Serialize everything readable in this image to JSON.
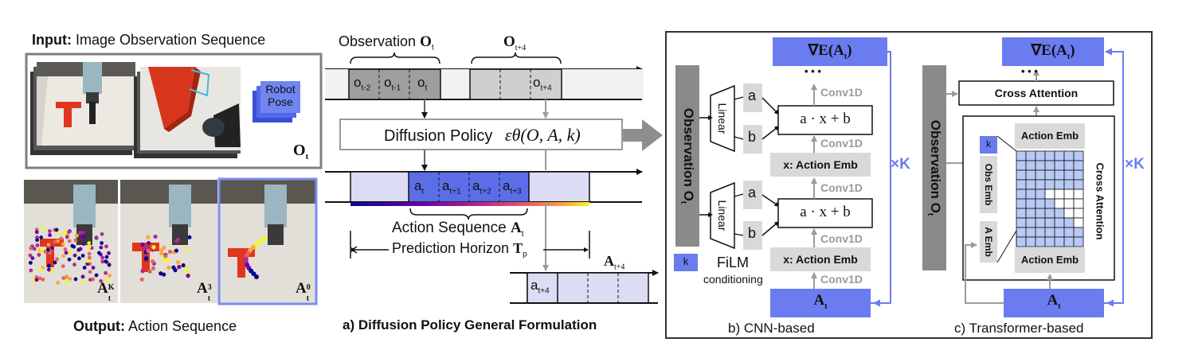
{
  "left": {
    "input_bold": "Input:",
    "input_text": "Image Observation Sequence",
    "robot_pose": [
      "Robot",
      "Pose"
    ],
    "obs_symbol": "O",
    "obs_sub": "t",
    "output_bold": "Output:",
    "output_text": "Action Sequence",
    "action_labels": [
      {
        "main": "A",
        "sub": "t",
        "sup": "K"
      },
      {
        "main": "A",
        "sub": "t",
        "sup": "3"
      },
      {
        "main": "A",
        "sub": "t",
        "sup": "0"
      }
    ]
  },
  "middle": {
    "observation_label": "Observation",
    "obs_bold": "O",
    "obs_sub": "t",
    "obs_future": "O",
    "obs_future_sub": "t+4",
    "obs_cells": [
      {
        "main": "o",
        "sub": "t-2"
      },
      {
        "main": "o",
        "sub": "t-1"
      },
      {
        "main": "o",
        "sub": "t"
      }
    ],
    "obs_future_cell": {
      "main": "o",
      "sub": "t+4"
    },
    "diffusion_label": "Diffusion Policy",
    "diffusion_formula": "εθ(O, A, k)",
    "action_cells": [
      {
        "main": "a",
        "sub": "t"
      },
      {
        "main": "a",
        "sub": "t+1"
      },
      {
        "main": "a",
        "sub": "t+2"
      },
      {
        "main": "a",
        "sub": "t+3"
      }
    ],
    "action_sequence_label": "Action Sequence",
    "action_sequence_sym": "A",
    "action_sequence_sub": "t",
    "horizon_label": "Prediction Horizon",
    "horizon_sym": "T",
    "horizon_sub": "p",
    "future_action_sym": "A",
    "future_action_sub": "t+4",
    "future_action_cell": {
      "main": "a",
      "sub": "t+4"
    },
    "caption": "a) Diffusion Policy General Formulation"
  },
  "cnn": {
    "grad_label": "∇E(A",
    "grad_sub": "t",
    "grad_close": ")",
    "dots": "• • •",
    "observation_bar": "Observation",
    "observation_sym": "O",
    "observation_sub": "t",
    "linear": "Linear",
    "a": "a",
    "b": "b",
    "film_formula": "a · x + b",
    "conv": "Conv1D",
    "action_emb": "x: Action Emb",
    "film": "FiLM",
    "conditioning": "conditioning",
    "k_label": "k",
    "times_k": "×K",
    "bottom_sym": "A",
    "bottom_sub": "t",
    "caption": "b) CNN-based"
  },
  "transformer": {
    "grad_label": "∇E(A",
    "grad_sub": "t",
    "grad_close": ")",
    "dots": "• • •",
    "cross_attention": "Cross Attention",
    "observation_bar": "Observation",
    "observation_sym": "O",
    "observation_sub": "t",
    "k_label": "k",
    "obs_emb": "Obs Emb",
    "a_emb": "A Emb",
    "action_emb": "Action Emb",
    "cross_attention_vertical": "Cross Attention",
    "times_k": "×K",
    "bottom_sym": "A",
    "bottom_sub": "t",
    "caption": "c) Transformer-based"
  },
  "colors": {
    "accent_blue": "#6a7cf0",
    "gray_bar": "#8a8a8a",
    "light_gray": "#d9d9d9",
    "cell_blue": "#5b6ee8",
    "light_lavender": "#dcdcf5",
    "arrow_gray": "#9b9b9b",
    "grid_blue": "#b8c9f5"
  }
}
